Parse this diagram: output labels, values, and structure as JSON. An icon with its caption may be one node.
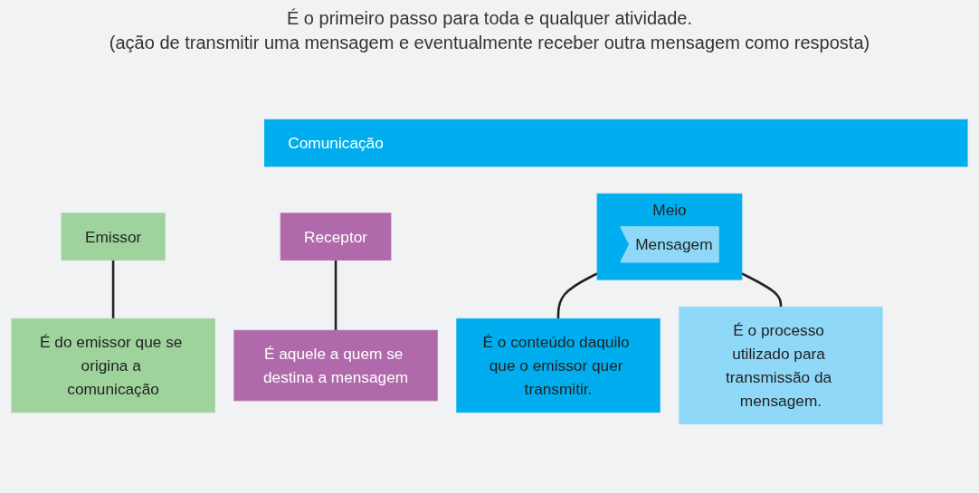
{
  "diagram": {
    "nodes": [
      {
        "text": [
          "Comunicação"
        ]
      },
      {
        "text": [
          "Emissor"
        ]
      },
      {
        "text": [
          "Meio"
        ]
      },
      {
        "text": [
          "Mensagem"
        ],
        "in": 2
      },
      {
        "text": [
          "Receptor"
        ]
      },
      {
        "text": [
          "É do emissor que se origina a comunicação"
        ]
      },
      {
        "text": [
          "É o conteúdo daquilo que o emissor quer transmitir."
        ]
      },
      {
        "text": [
          "É o processo utilizado para transmissão da mensagem."
        ]
      },
      {
        "text": [
          "É aquele a quem se destina a mensagem"
        ]
      }
    ],
    "edges": [
      {
        "from": 1,
        "to": 5,
        "arrow": "none"
      },
      {
        "from": 2,
        "to": 6,
        "arrow": "none"
      },
      {
        "from": 2,
        "to": 7,
        "arrow": "none"
      },
      {
        "from": 4,
        "to": 8,
        "arrow": "none"
      }
    ],
    "labels": [
      "É o primeiro passo para toda e qualquer atividade.",
      "(ação de transmitir uma mensagem e eventualmente receber outra mensagem como resposta)"
    ]
  }
}
